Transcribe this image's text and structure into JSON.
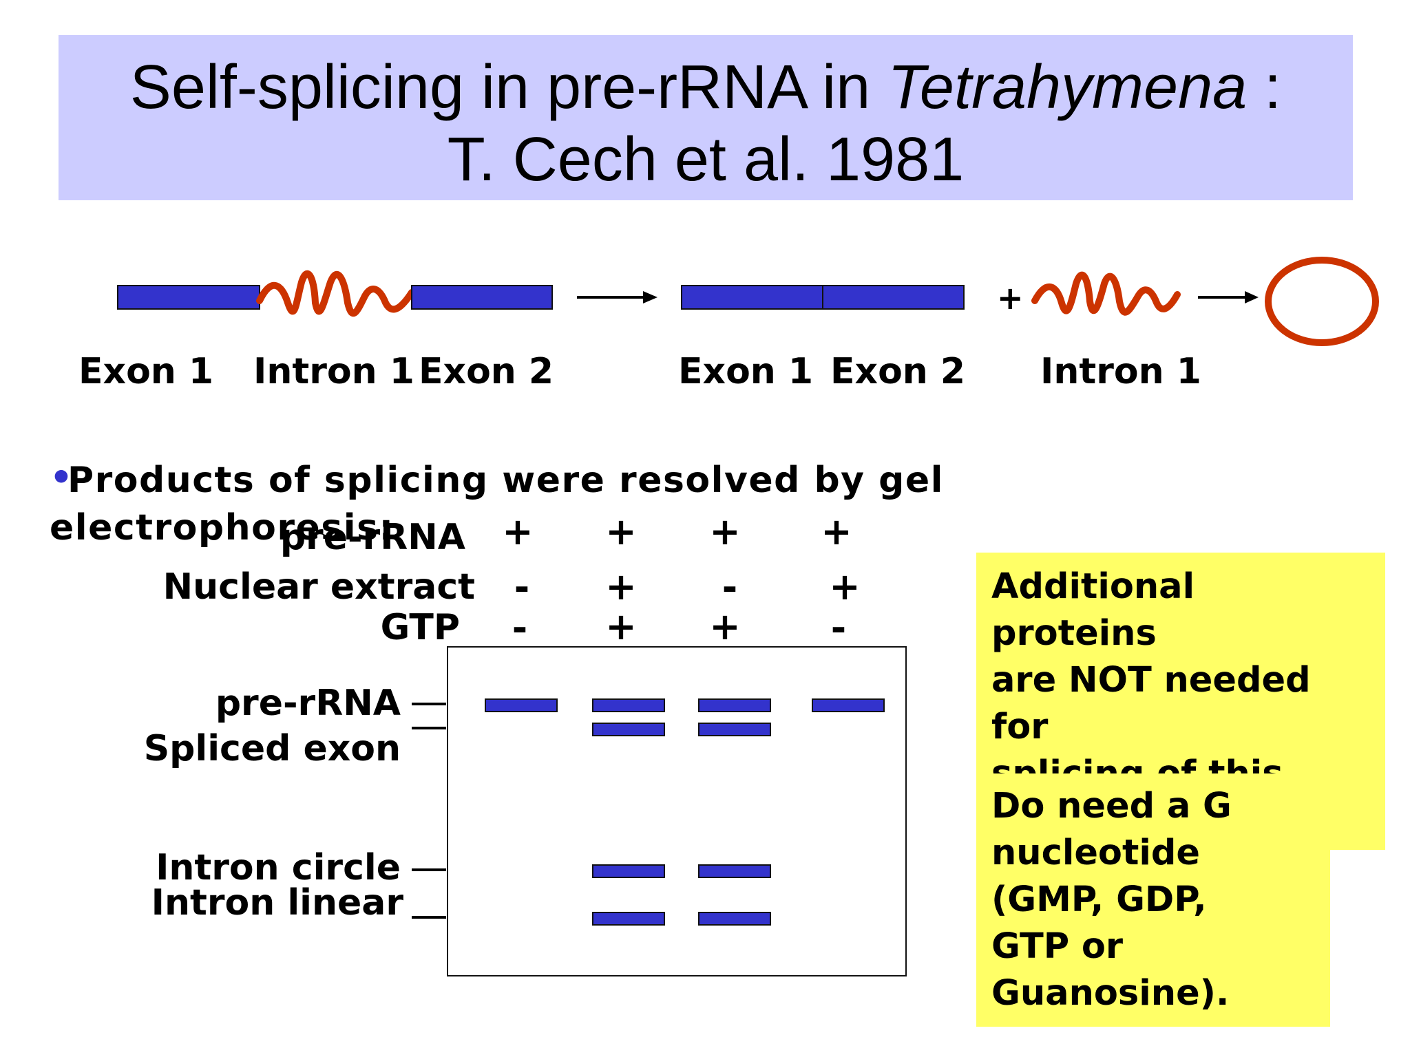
{
  "title": {
    "line1_prefix": "Self-splicing in pre-rRNA in ",
    "line1_italic": "Tetrahymena",
    "line1_suffix": " :",
    "line2": "T. Cech et al. 1981"
  },
  "scheme": {
    "labels": {
      "exon1": "Exon 1",
      "intron1": "Intron 1",
      "exon2": "Exon 2",
      "product_exon1": "Exon 1",
      "product_exon2": "Exon 2",
      "product_intron": "Intron 1"
    },
    "plus": "+",
    "colors": {
      "exon": "#3333cc",
      "intron": "#cc3300"
    }
  },
  "bullet": {
    "marker": "•",
    "line1": "Products of splicing were resolved by gel",
    "line2": "electrophoresis:"
  },
  "conditions": {
    "rows": [
      {
        "label": "pre-rRNA",
        "signs": [
          "+",
          "+",
          "+",
          "+"
        ]
      },
      {
        "label": "Nuclear extract",
        "signs": [
          "-",
          "+",
          "-",
          "+"
        ]
      },
      {
        "label": "GTP",
        "signs": [
          "-",
          "+",
          "+",
          "-"
        ]
      }
    ]
  },
  "gel": {
    "band_labels": {
      "pre_rrna": "pre-rRNA",
      "spliced_exon": "Spliced exon",
      "intron_circle": "Intron circle",
      "intron_linear": "Intron linear"
    },
    "lanes": [
      {
        "bands": [
          "pre_rrna"
        ]
      },
      {
        "bands": [
          "pre_rrna",
          "spliced_exon",
          "intron_circle",
          "intron_linear"
        ]
      },
      {
        "bands": [
          "pre_rrna",
          "spliced_exon",
          "intron_circle",
          "intron_linear"
        ]
      },
      {
        "bands": [
          "pre_rrna"
        ]
      }
    ],
    "band_color": "#3333cc"
  },
  "notes": {
    "note1_lines": [
      "Additional",
      "proteins",
      "are NOT needed",
      "for",
      "splicing of this"
    ],
    "note2_lines": [
      "Do need a G",
      "nucleotide",
      "(GMP, GDP,",
      "GTP or",
      "Guanosine)."
    ],
    "color": "#ffff66"
  }
}
